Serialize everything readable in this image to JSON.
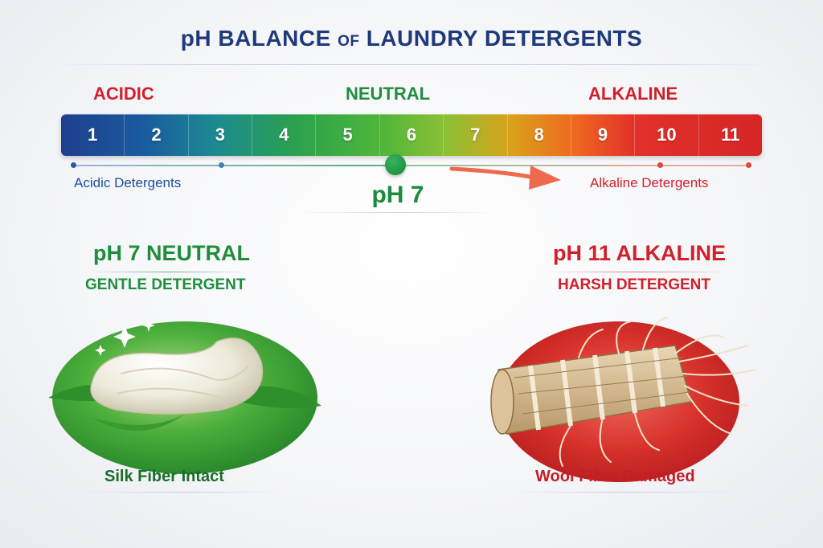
{
  "title": {
    "main_a": "pH BALANCE ",
    "of": "OF",
    "main_b": " LAUNDRY DETERGENTS"
  },
  "zones": {
    "acidic": "ACIDIC",
    "neutral": "NEUTRAL",
    "alkaline": "ALKALINE"
  },
  "scale": [
    "1",
    "2",
    "3",
    "4",
    "5",
    "6",
    "7",
    "8",
    "9",
    "10",
    "11"
  ],
  "markers": {
    "acidic_detergents": "Acidic Detergents",
    "alkaline_detergents": "Alkaline Detergents",
    "ph7": "pH 7"
  },
  "left_panel": {
    "heading": "pH 7 NEUTRAL",
    "subheading": "GENTLE DETERGENT",
    "caption": "Silk Fiber Intact"
  },
  "right_panel": {
    "heading": "pH 11 ALKALINE",
    "subheading": "HARSH DETERGENT",
    "caption": "Wool Fiber Damaged"
  },
  "colors": {
    "title": "#1e3a7a",
    "acidic": "#d21f2a",
    "neutral": "#1f8e3c",
    "alkaline": "#d21f2a",
    "acidic_detergent_text": "#1e4d9a",
    "arrow": "#ee6a4f"
  },
  "icons": [
    "sparkle-icon",
    "silk-fiber-icon",
    "green-leaf-icon",
    "damaged-wool-fiber-icon"
  ]
}
